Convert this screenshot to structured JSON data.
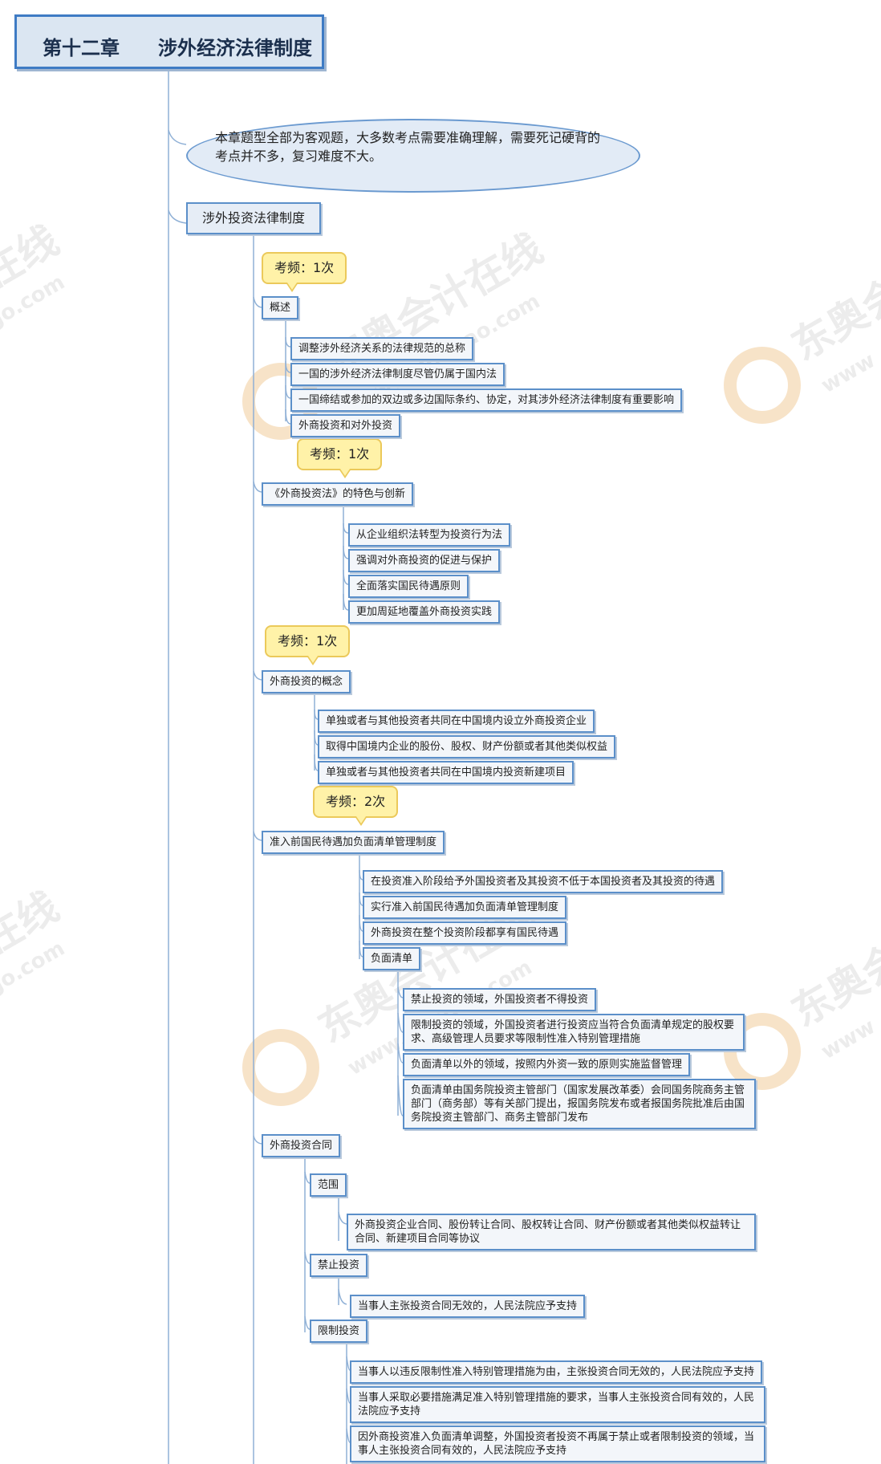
{
  "title": "第十二章　　涉外经济法律制度",
  "intro": "本章题型全部为客观题，大多数考点需要准确理解，需要死记硬背的考点并不多，复习难度不大。",
  "section": "涉外投资法律制度",
  "watermark": {
    "brand": "东奥会计在线",
    "url": "www.dongao.com",
    "brand_partial_1": "在线",
    "brand_partial_2": "东奥会",
    "url_partial_1": "go.com",
    "url_partial_2": "www"
  },
  "callouts": [
    "考频：1次",
    "考频：1次",
    "考频：1次",
    "考频：2次"
  ],
  "topics": {
    "overview": {
      "label": "概述",
      "items": [
        "调整涉外经济关系的法律规范的总称",
        "一国的涉外经济法律制度尽管仍属于国内法",
        "一国缔结或参加的双边或多边国际条约、协定，对其涉外经济法律制度有重要影响",
        "外商投资和对外投资"
      ]
    },
    "law_features": {
      "label": "《外商投资法》的特色与创新",
      "items": [
        "从企业组织法转型为投资行为法",
        "强调对外商投资的促进与保护",
        "全面落实国民待遇原则",
        "更加周延地覆盖外商投资实践"
      ]
    },
    "concept": {
      "label": "外商投资的概念",
      "items": [
        "单独或者与其他投资者共同在中国境内设立外商投资企业",
        "取得中国境内企业的股份、股权、财产份额或者其他类似权益",
        "单独或者与其他投资者共同在中国境内投资新建项目"
      ]
    },
    "national_treatment": {
      "label": "准入前国民待遇加负面清单管理制度",
      "items": [
        "在投资准入阶段给予外国投资者及其投资不低于本国投资者及其投资的待遇",
        "实行准入前国民待遇加负面清单管理制度",
        "外商投资在整个投资阶段都享有国民待遇"
      ],
      "negative_list": {
        "label": "负面清单",
        "items": [
          "禁止投资的领域，外国投资者不得投资",
          "限制投资的领域，外国投资者进行投资应当符合负面清单规定的股权要求、高级管理人员要求等限制性准入特别管理措施",
          "负面清单以外的领域，按照内外资一致的原则实施监督管理",
          "负面清单由国务院投资主管部门（国家发展改革委）会同国务院商务主管部门（商务部）等有关部门提出，报国务院发布或者报国务院批准后由国务院投资主管部门、商务主管部门发布"
        ]
      }
    },
    "contract": {
      "label": "外商投资合同",
      "scope": {
        "label": "范围",
        "items": [
          "外商投资企业合同、股份转让合同、股权转让合同、财产份额或者其他类似权益转让合同、新建项目合同等协议"
        ]
      },
      "prohibited": {
        "label": "禁止投资",
        "items": [
          "当事人主张投资合同无效的，人民法院应予支持"
        ]
      },
      "restricted": {
        "label": "限制投资",
        "items": [
          "当事人以违反限制性准入特别管理措施为由，主张投资合同无效的，人民法院应予支持",
          "当事人采取必要措施满足准入特别管理措施的要求，当事人主张投资合同有效的，人民法院应予支持",
          "因外商投资准入负面清单调整，外国投资者投资不再属于禁止或者限制投资的领域，当事人主张投资合同有效的，人民法院应予支持"
        ]
      }
    }
  }
}
